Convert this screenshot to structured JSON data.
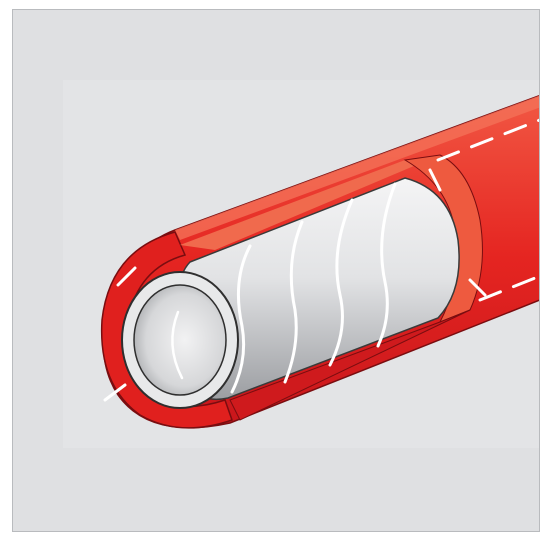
{
  "diagram": {
    "subject": "hose-cutaway",
    "colors": {
      "background": "#dfe0e2",
      "panel": "#e3e4e6",
      "jacket": "#e52521",
      "jacket_dark": "#c4161c",
      "jacket_light": "#f0664a",
      "tube": "#d9dadc",
      "reinforcement": "#ffffff",
      "outline": "#2b2b2b"
    },
    "layers": [
      "outer-cover",
      "reinforcement-layer",
      "inner-tube"
    ]
  }
}
